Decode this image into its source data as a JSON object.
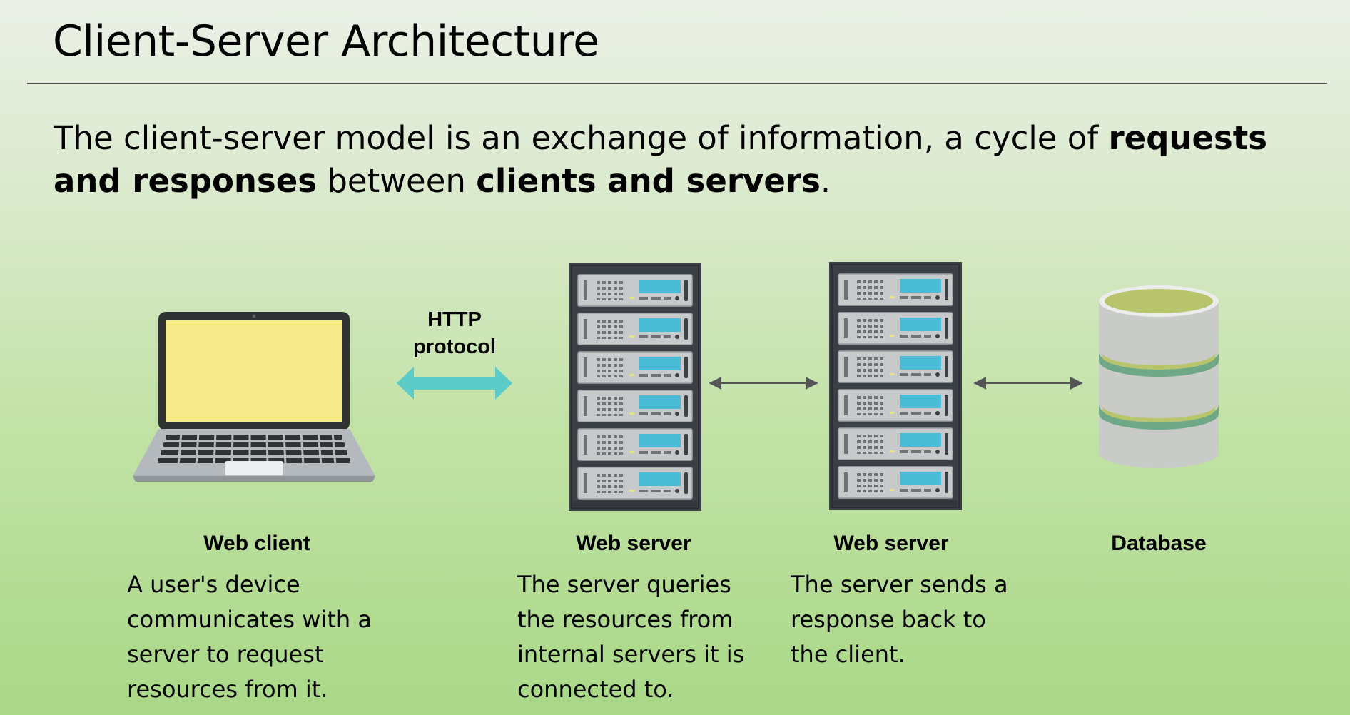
{
  "header": {
    "title": "Client-Server Architecture"
  },
  "intro": {
    "part1": "The client-server model is an exchange of information, a cycle of ",
    "bold1": "requests and responses",
    "part2": " between ",
    "bold2": "clients and servers",
    "part3": "."
  },
  "diagram": {
    "protocol_label": "HTTP protocol",
    "nodes": [
      {
        "icon": "laptop-icon",
        "label": "Web client",
        "description": "A user's device communicates with a server to request resources from it."
      },
      {
        "icon": "server-rack-icon",
        "label": "Web server",
        "description": "The server queries the resources from internal servers it is connected to."
      },
      {
        "icon": "server-rack-icon",
        "label": "Web server",
        "description": "The server sends a response back to the client."
      },
      {
        "icon": "database-icon",
        "label": "Database",
        "description": ""
      }
    ]
  },
  "colors": {
    "laptop_screen": "#f7ec8c",
    "laptop_frame": "#303233",
    "laptop_base": "#b4b9bd",
    "http_arrow": "#5dcbc8",
    "server_frame": "#3b4046",
    "server_unit": "#c7c9cb",
    "server_display": "#4bbcd6",
    "database_body": "#c9cbc9",
    "database_top": "#b9c56d",
    "database_ring": "#6ea886",
    "connector": "#555555"
  }
}
